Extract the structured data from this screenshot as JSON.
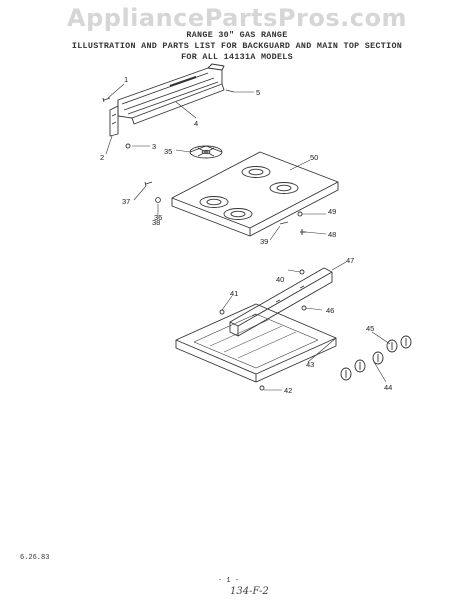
{
  "watermark": "AppliancePartsPros.com",
  "header": {
    "line1": "RANGE 30\" GAS RANGE",
    "line2": "ILLUSTRATION AND PARTS LIST FOR BACKGUARD AND MAIN TOP SECTION",
    "line3": "FOR ALL 14131A MODELS"
  },
  "callouts": {
    "c1": "1",
    "c2": "2",
    "c3": "3",
    "c4": "4",
    "c5": "5",
    "c35": "35",
    "c36": "36",
    "c37": "37",
    "c38": "38",
    "c39": "39",
    "c40": "40",
    "c41": "41",
    "c42": "42",
    "c43": "43",
    "c44": "44",
    "c45": "45",
    "c46": "46",
    "c47": "47",
    "c48": "48",
    "c49": "49",
    "c50": "50"
  },
  "footer": {
    "date": "6.26.83",
    "page": "- 1 -",
    "handwritten_code": "134-F-2"
  }
}
